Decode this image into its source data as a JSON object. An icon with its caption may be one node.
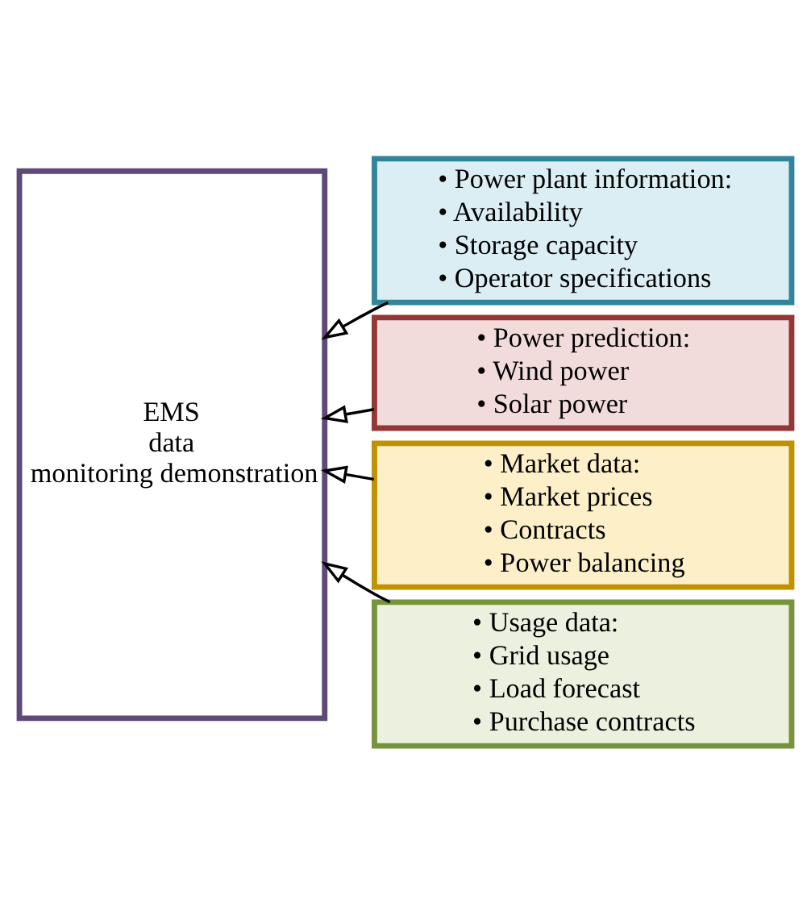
{
  "diagram": {
    "nodes": [
      {
        "text": [
          "EMS data monitoring demonstration"
        ]
      },
      {
        "text": [
          "• Power plant information:",
          "• Availability",
          "• Storage capacity",
          "• Operator specifications"
        ]
      },
      {
        "text": [
          "• Power prediction:",
          "• Wind power",
          "• Solar power"
        ]
      },
      {
        "text": [
          "• Market data:",
          "• Market prices",
          "• Contracts",
          "• Power balancing"
        ]
      },
      {
        "text": [
          "• Usage data:",
          "• Grid usage",
          "• Load forecast",
          "• Purchase contracts"
        ]
      }
    ],
    "edges": [
      {
        "from": 1,
        "to": 0,
        "arrow": "to"
      },
      {
        "from": 2,
        "to": 0,
        "arrow": "to"
      },
      {
        "from": 3,
        "to": 0,
        "arrow": "to"
      },
      {
        "from": 4,
        "to": 0,
        "arrow": "to"
      }
    ]
  }
}
